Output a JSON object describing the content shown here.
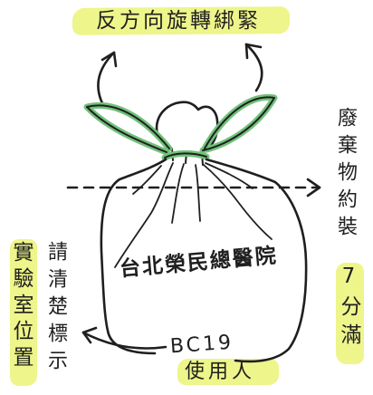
{
  "diagram": {
    "title": "反方向旋轉綁緊",
    "right_top": "廢棄物約裝",
    "right_bottom": "7分滿",
    "left_2": "請清楚標示",
    "left_1": "實驗室位置",
    "bag_text": "台北榮民總醫院",
    "code": "BC19",
    "user_label": "使用人",
    "colors": {
      "ink": "#1f1f1f",
      "highlight": "#eef58a",
      "tie": "#72c17a"
    }
  }
}
